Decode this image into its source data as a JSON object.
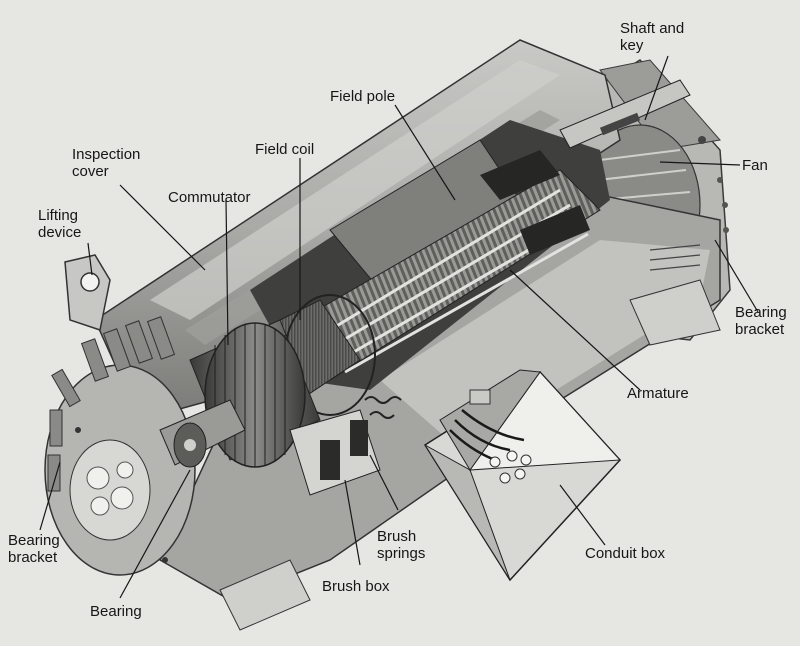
{
  "labels": {
    "shaft_and_key": [
      "Shaft and",
      "key"
    ],
    "field_pole": "Field pole",
    "inspection_cover": [
      "Inspection",
      "cover"
    ],
    "field_coil": "Field coil",
    "fan": "Fan",
    "commutator": "Commutator",
    "lifting_device": [
      "Lifting",
      "device"
    ],
    "bearing_bracket_right": [
      "Bearing",
      "bracket"
    ],
    "armature": "Armature",
    "bearing_bracket_left": [
      "Bearing",
      "bracket"
    ],
    "brush_springs": [
      "Brush",
      "springs"
    ],
    "conduit_box": "Conduit box",
    "brush_box": "Brush box",
    "bearing": "Bearing"
  }
}
